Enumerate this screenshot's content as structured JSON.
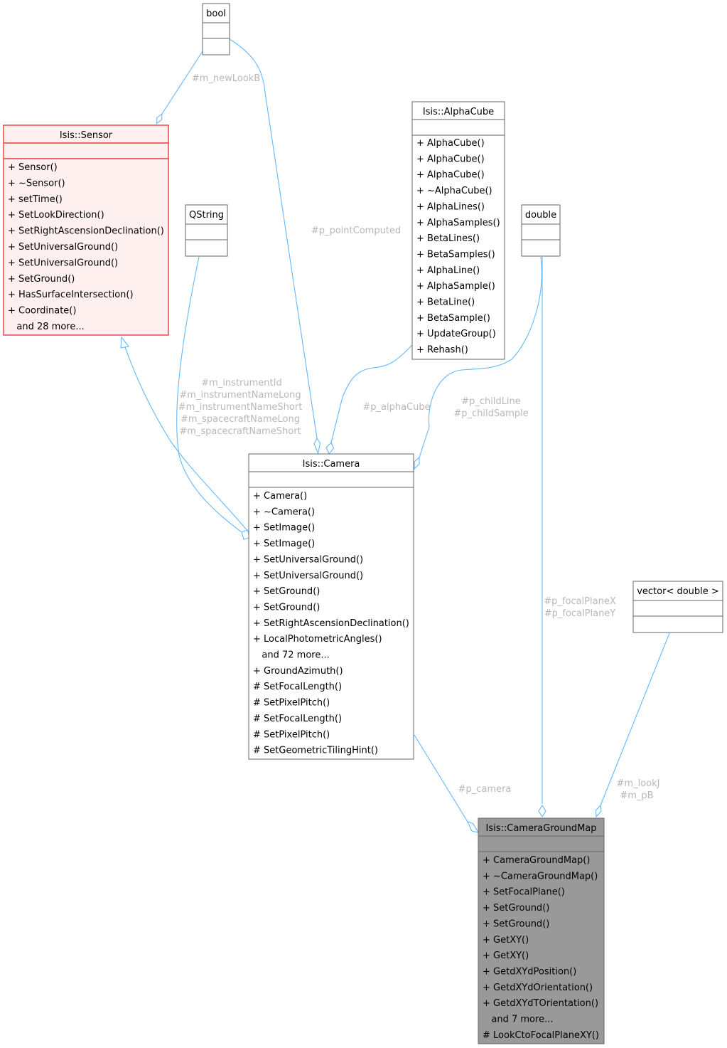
{
  "colors": {
    "edge": "#63b8ff",
    "edge_label": "#b8b8b8",
    "box_border": "#666666",
    "sensor_fill": "#fff0f0",
    "sensor_border": "#e31a1c",
    "focus_fill": "#999999"
  },
  "nodes": {
    "bool": {
      "title": "bool",
      "members": []
    },
    "qstring": {
      "title": "QString",
      "members": []
    },
    "double": {
      "title": "double",
      "members": []
    },
    "vector": {
      "title": "vector< double >",
      "members": []
    },
    "sensor": {
      "title": "Isis::Sensor",
      "members": [
        "+ Sensor()",
        "+ ~Sensor()",
        "+ setTime()",
        "+ SetLookDirection()",
        "+ SetRightAscensionDeclination()",
        "+ SetUniversalGround()",
        "+ SetUniversalGround()",
        "+ SetGround()",
        "+ HasSurfaceIntersection()",
        "+ Coordinate()",
        "   and 28 more..."
      ]
    },
    "alphacube": {
      "title": "Isis::AlphaCube",
      "members": [
        "+ AlphaCube()",
        "+ AlphaCube()",
        "+ AlphaCube()",
        "+ ~AlphaCube()",
        "+ AlphaLines()",
        "+ AlphaSamples()",
        "+ BetaLines()",
        "+ BetaSamples()",
        "+ AlphaLine()",
        "+ AlphaSample()",
        "+ BetaLine()",
        "+ BetaSample()",
        "+ UpdateGroup()",
        "+ Rehash()"
      ]
    },
    "camera": {
      "title": "Isis::Camera",
      "members": [
        "+ Camera()",
        "+ ~Camera()",
        "+ SetImage()",
        "+ SetImage()",
        "+ SetUniversalGround()",
        "+ SetUniversalGround()",
        "+ SetGround()",
        "+ SetGround()",
        "+ SetRightAscensionDeclination()",
        "+ LocalPhotometricAngles()",
        "   and 72 more...",
        "+ GroundAzimuth()",
        "# SetFocalLength()",
        "# SetPixelPitch()",
        "# SetFocalLength()",
        "# SetPixelPitch()",
        "# SetGeometricTilingHint()"
      ]
    },
    "cgm": {
      "title": "Isis::CameraGroundMap",
      "members": [
        "+ CameraGroundMap()",
        "+ ~CameraGroundMap()",
        "+ SetFocalPlane()",
        "+ SetGround()",
        "+ SetGround()",
        "+ GetXY()",
        "+ GetXY()",
        "+ GetdXYdPosition()",
        "+ GetdXYdOrientation()",
        "+ GetdXYdTOrientation()",
        "   and 7 more...",
        "# LookCtoFocalPlaneXY()"
      ]
    }
  },
  "edges": {
    "bool_sensor": [
      "#m_newLookB"
    ],
    "bool_camera": [
      "#p_pointComputed"
    ],
    "qstring_camera": [
      "#m_instrumentId",
      "#m_instrumentNameLong",
      "#m_instrumentNameShort",
      "#m_spacecraftNameLong",
      "#m_spacecraftNameShort"
    ],
    "alphacube_camera": [
      "#p_alphaCube"
    ],
    "double_camera": [
      "#p_childLine",
      "#p_childSample"
    ],
    "double_cgm": [
      "#p_focalPlaneX",
      "#p_focalPlaneY"
    ],
    "vector_cgm": [
      "#m_lookJ",
      "#m_pB"
    ],
    "camera_cgm": [
      "#p_camera"
    ]
  }
}
